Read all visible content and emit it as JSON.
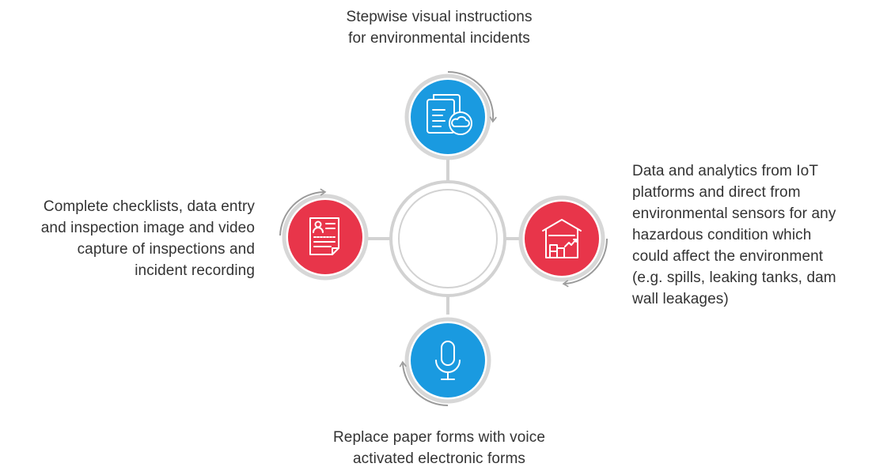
{
  "nodes": {
    "top": {
      "text": "Stepwise visual instructions\nfor environmental incidents",
      "icon": "documents-cloud-icon",
      "color": "#1a9ae0"
    },
    "right": {
      "text": "Data and analytics from IoT\nplatforms and direct from\nenvironmental sensors for any\nhazardous condition which\ncould affect the environment\n(e.g. spills, leaking tanks, dam\nwall leakages)",
      "icon": "warehouse-analytics-icon",
      "color": "#e8354a"
    },
    "bottom": {
      "text": "Replace paper forms with voice\nactivated electronic forms",
      "icon": "microphone-icon",
      "color": "#1a9ae0"
    },
    "left": {
      "text": "Complete checklists, data entry\nand inspection image and video\ncapture of inspections and\nincident recording",
      "icon": "resume-checklist-icon",
      "color": "#e8354a"
    }
  },
  "colors": {
    "ring": "#d2d2d2",
    "arrow": "#9a9a9a",
    "icon_line": "#ffffff"
  }
}
